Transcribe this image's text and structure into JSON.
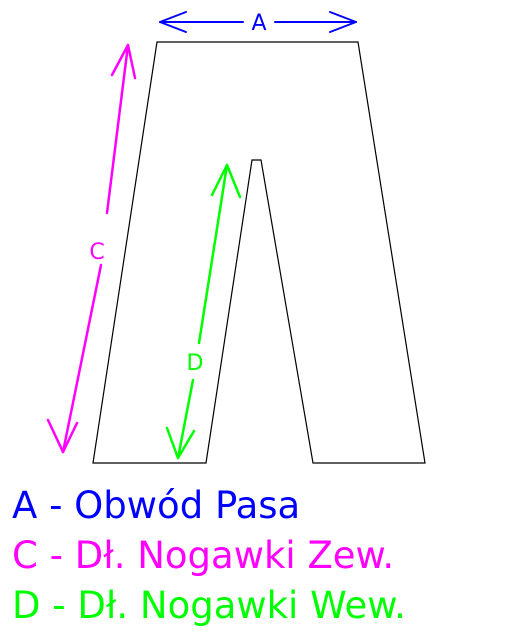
{
  "diagram": {
    "label_a": "A",
    "label_c": "C",
    "label_d": "D"
  },
  "legend": {
    "a": "A - Obwód Pasa",
    "c": "C - Dł. Nogawki Zew.",
    "d": "D - Dł. Nogawki Wew."
  },
  "colors": {
    "a": "#0000ff",
    "c": "#ff00ff",
    "d": "#00ff00",
    "outline": "#000000"
  }
}
